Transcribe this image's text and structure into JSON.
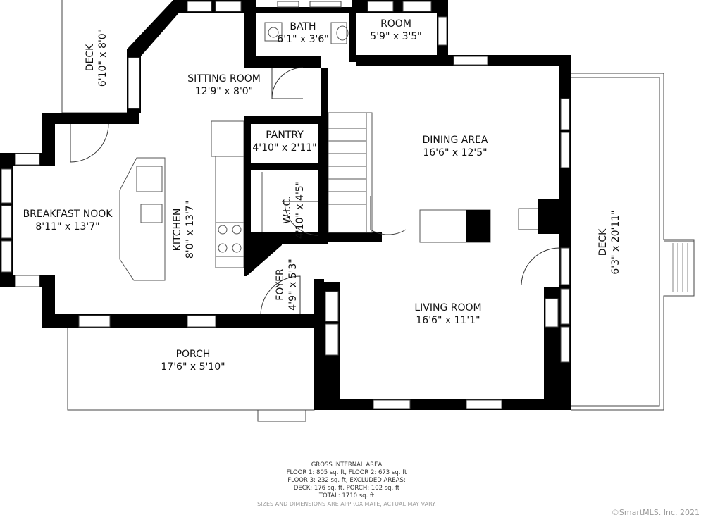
{
  "rooms": [
    {
      "key": "deck_left",
      "name": "DECK",
      "dims": "6'10\" x 8'0\""
    },
    {
      "key": "bath",
      "name": "BATH",
      "dims": "6'1\" x 3'6\""
    },
    {
      "key": "room",
      "name": "ROOM",
      "dims": "5'9\" x 3'5\""
    },
    {
      "key": "sitting_room",
      "name": "SITTING ROOM",
      "dims": "12'9\" x 8'0\""
    },
    {
      "key": "pantry",
      "name": "PANTRY",
      "dims": "4'10\" x 2'11\""
    },
    {
      "key": "dining_area",
      "name": "DINING AREA",
      "dims": "16'6\" x 12'5\""
    },
    {
      "key": "breakfast_nook",
      "name": "BREAKFAST NOOK",
      "dims": "8'11\" x 13'7\""
    },
    {
      "key": "kitchen",
      "name": "KITCHEN",
      "dims": "8'0\" x 13'7\""
    },
    {
      "key": "wic",
      "name": "W.I.C.",
      "dims": "4'10\" x 4'5\""
    },
    {
      "key": "foyer",
      "name": "FOYER",
      "dims": "4'9\" x 5'3\""
    },
    {
      "key": "living_room",
      "name": "LIVING ROOM",
      "dims": "16'6\" x 11'1\""
    },
    {
      "key": "deck_right",
      "name": "DECK",
      "dims": "6'3\" x 20'11\""
    },
    {
      "key": "porch",
      "name": "PORCH",
      "dims": "17'6\" x 5'10\""
    }
  ],
  "area_summary": {
    "heading": "GROSS INTERNAL AREA",
    "line1": "FLOOR 1: 805 sq. ft, FLOOR 2: 673 sq. ft",
    "line2": "FLOOR 3: 232 sq. ft, EXCLUDED AREAS:",
    "line3": "DECK: 176 sq. ft, PORCH: 102 sq. ft",
    "line4": "TOTAL: 1710 sq. ft",
    "disclaimer": "SIZES AND DIMENSIONS ARE APPROXIMATE, ACTUAL MAY VARY."
  },
  "copyright": "©SmartMLS, Inc. 2021"
}
